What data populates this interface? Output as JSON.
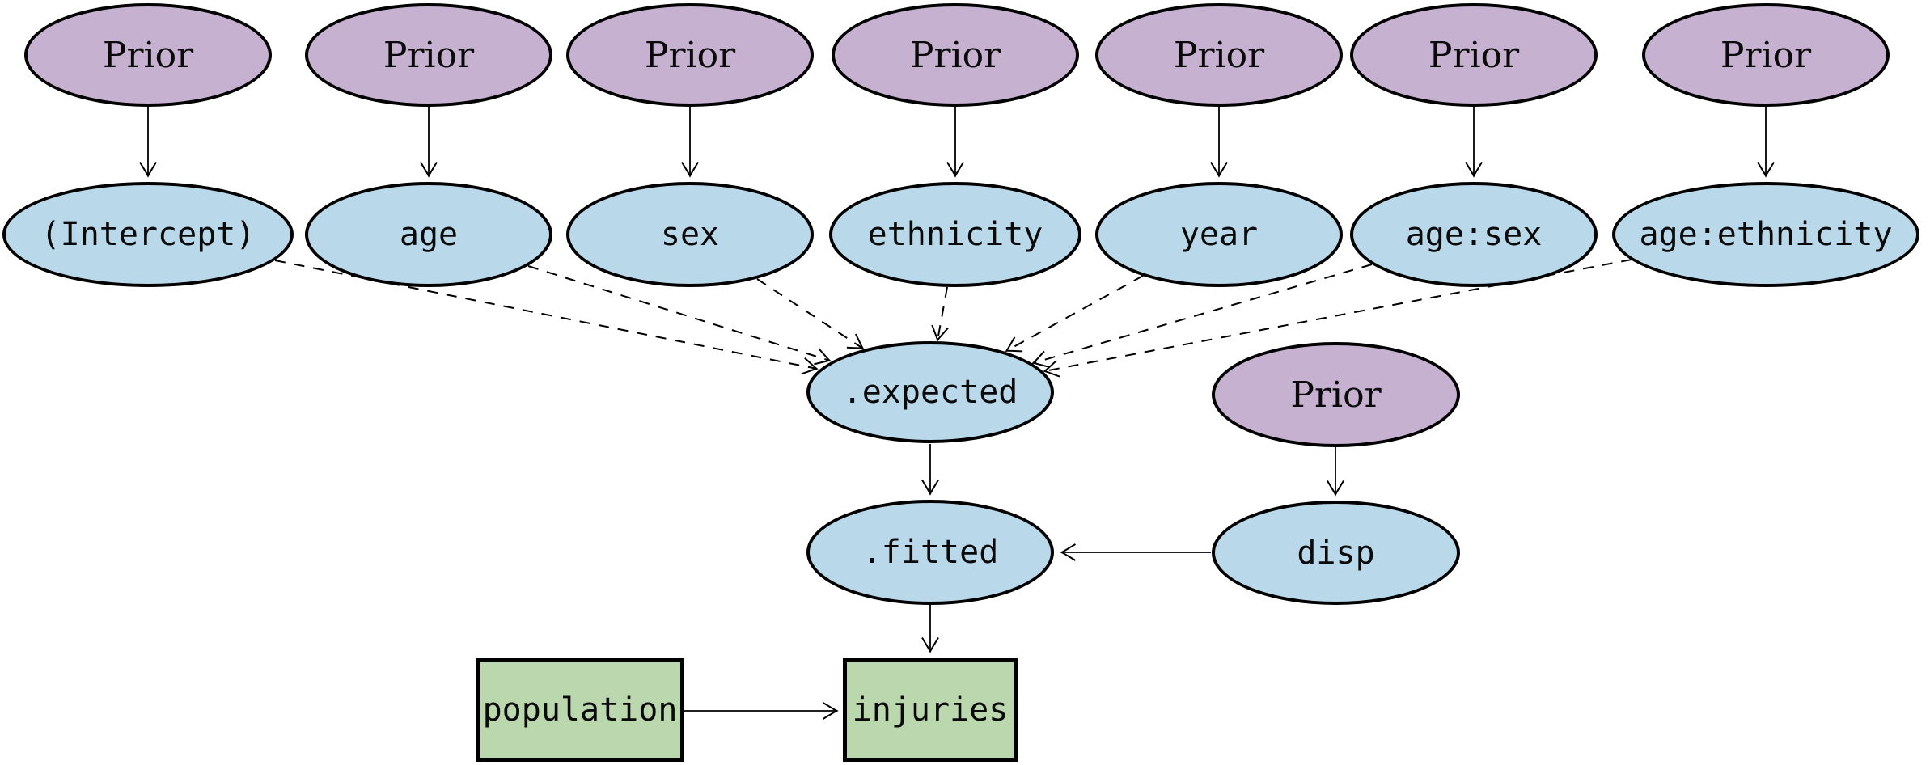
{
  "diagram": {
    "title": "bayesian-regression-model-dag",
    "prior_label": "Prior",
    "params": [
      {
        "id": "intercept",
        "label": "(Intercept)"
      },
      {
        "id": "age",
        "label": "age"
      },
      {
        "id": "sex",
        "label": "sex"
      },
      {
        "id": "ethnicity",
        "label": "ethnicity"
      },
      {
        "id": "year",
        "label": "year"
      },
      {
        "id": "age-sex",
        "label": "age:sex"
      },
      {
        "id": "age-ethnicity",
        "label": "age:ethnicity"
      }
    ],
    "latent": {
      "expected": ".expected",
      "fitted": ".fitted",
      "disp": "disp"
    },
    "observed": {
      "population": "population",
      "injuries": "injuries"
    },
    "colors": {
      "prior_fill": "#c7b1d0",
      "parameter_fill": "#b9d9ea",
      "observed_fill": "#bad7ad",
      "stroke": "#000000",
      "background": "#ffffff"
    },
    "edges": [
      {
        "from": "Prior",
        "to": "(Intercept)",
        "style": "solid"
      },
      {
        "from": "Prior",
        "to": "age",
        "style": "solid"
      },
      {
        "from": "Prior",
        "to": "sex",
        "style": "solid"
      },
      {
        "from": "Prior",
        "to": "ethnicity",
        "style": "solid"
      },
      {
        "from": "Prior",
        "to": "year",
        "style": "solid"
      },
      {
        "from": "Prior",
        "to": "age:sex",
        "style": "solid"
      },
      {
        "from": "Prior",
        "to": "age:ethnicity",
        "style": "solid"
      },
      {
        "from": "Prior",
        "to": "disp",
        "style": "solid"
      },
      {
        "from": "(Intercept)",
        "to": ".expected",
        "style": "dashed"
      },
      {
        "from": "age",
        "to": ".expected",
        "style": "dashed"
      },
      {
        "from": "sex",
        "to": ".expected",
        "style": "dashed"
      },
      {
        "from": "ethnicity",
        "to": ".expected",
        "style": "dashed"
      },
      {
        "from": "year",
        "to": ".expected",
        "style": "dashed"
      },
      {
        "from": "age:sex",
        "to": ".expected",
        "style": "dashed"
      },
      {
        "from": "age:ethnicity",
        "to": ".expected",
        "style": "dashed"
      },
      {
        "from": ".expected",
        "to": ".fitted",
        "style": "solid"
      },
      {
        "from": "disp",
        "to": ".fitted",
        "style": "solid"
      },
      {
        "from": ".fitted",
        "to": "injuries",
        "style": "solid"
      },
      {
        "from": "population",
        "to": "injuries",
        "style": "solid"
      }
    ]
  }
}
